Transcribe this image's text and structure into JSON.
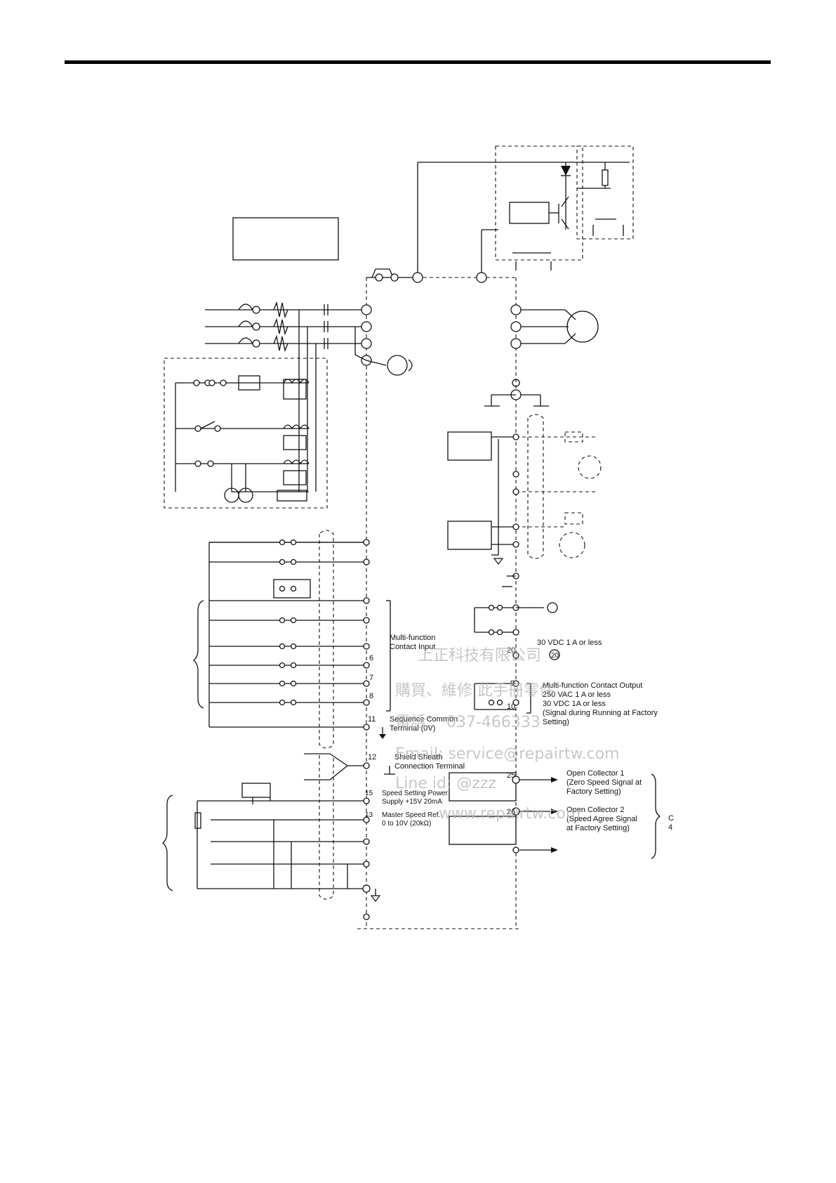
{
  "labels": {
    "multi_input_1": "Multi-function",
    "multi_input_2": "Contact Input",
    "t6": "6",
    "t7": "7",
    "t8": "8",
    "t11": "11",
    "seq_common_1": "Sequence Common",
    "seq_common_2": "Terminal (0V)",
    "t12": "12",
    "shield_1": "Shield Sheath",
    "shield_2": "Connection Terminal",
    "t15": "15",
    "speed_power_1": "Speed Setting Power",
    "speed_power_2": "Supply +15V  20mA",
    "t13": "13",
    "master_ref_1": "Master Speed Ref.",
    "master_ref_2": "0 to 10V (20kΩ)",
    "t20": "20",
    "vdc_30": "30 VDC  1 A or less",
    "t20_circle": "20",
    "t9": "9",
    "t10": "10",
    "contact_out_1": "Multi-function Contact Output",
    "contact_out_2": "250 VAC  1 A or less",
    "contact_out_3": "30 VDC  1A or less",
    "contact_out_4": "(Signal during Running at Factory",
    "contact_out_5": "Setting)",
    "t25": "25",
    "oc1_1": "Open Collector 1",
    "oc1_2": "(Zero Speed Signal at",
    "oc1_3": "Factory Setting)",
    "t26": "26",
    "oc2_1": "Open Collector 2",
    "oc2_2": "(Speed Agree Signal",
    "oc2_3": "at Factory Setting)",
    "brace_c": "C",
    "brace_4": "4"
  },
  "watermark": {
    "line1": "上正科技有限公司",
    "line2": "購買、維修 此手冊零件",
    "line3": "電話： 037-466333",
    "line4": "Email:     service@repairtw.com",
    "line5": "Line id: @zzz",
    "line6": "www.repairtw.com"
  }
}
